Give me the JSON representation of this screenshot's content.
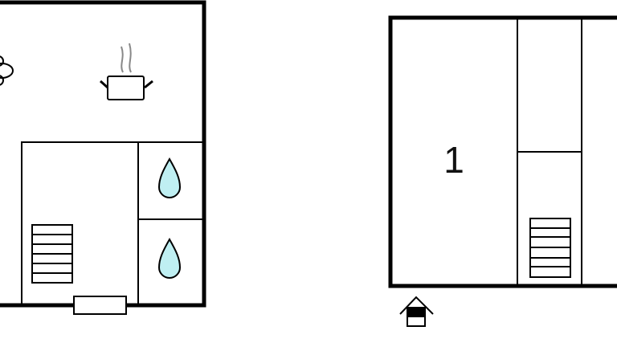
{
  "plans": [
    {
      "name": "floor-plan-left",
      "rooms": [
        "kitchen",
        "bathroom-1",
        "bathroom-2",
        "hall"
      ]
    },
    {
      "name": "floor-plan-right",
      "room_number": "1"
    }
  ],
  "colors": {
    "wall": "#000000",
    "water": "#bfeff2",
    "steam": "#888888"
  }
}
